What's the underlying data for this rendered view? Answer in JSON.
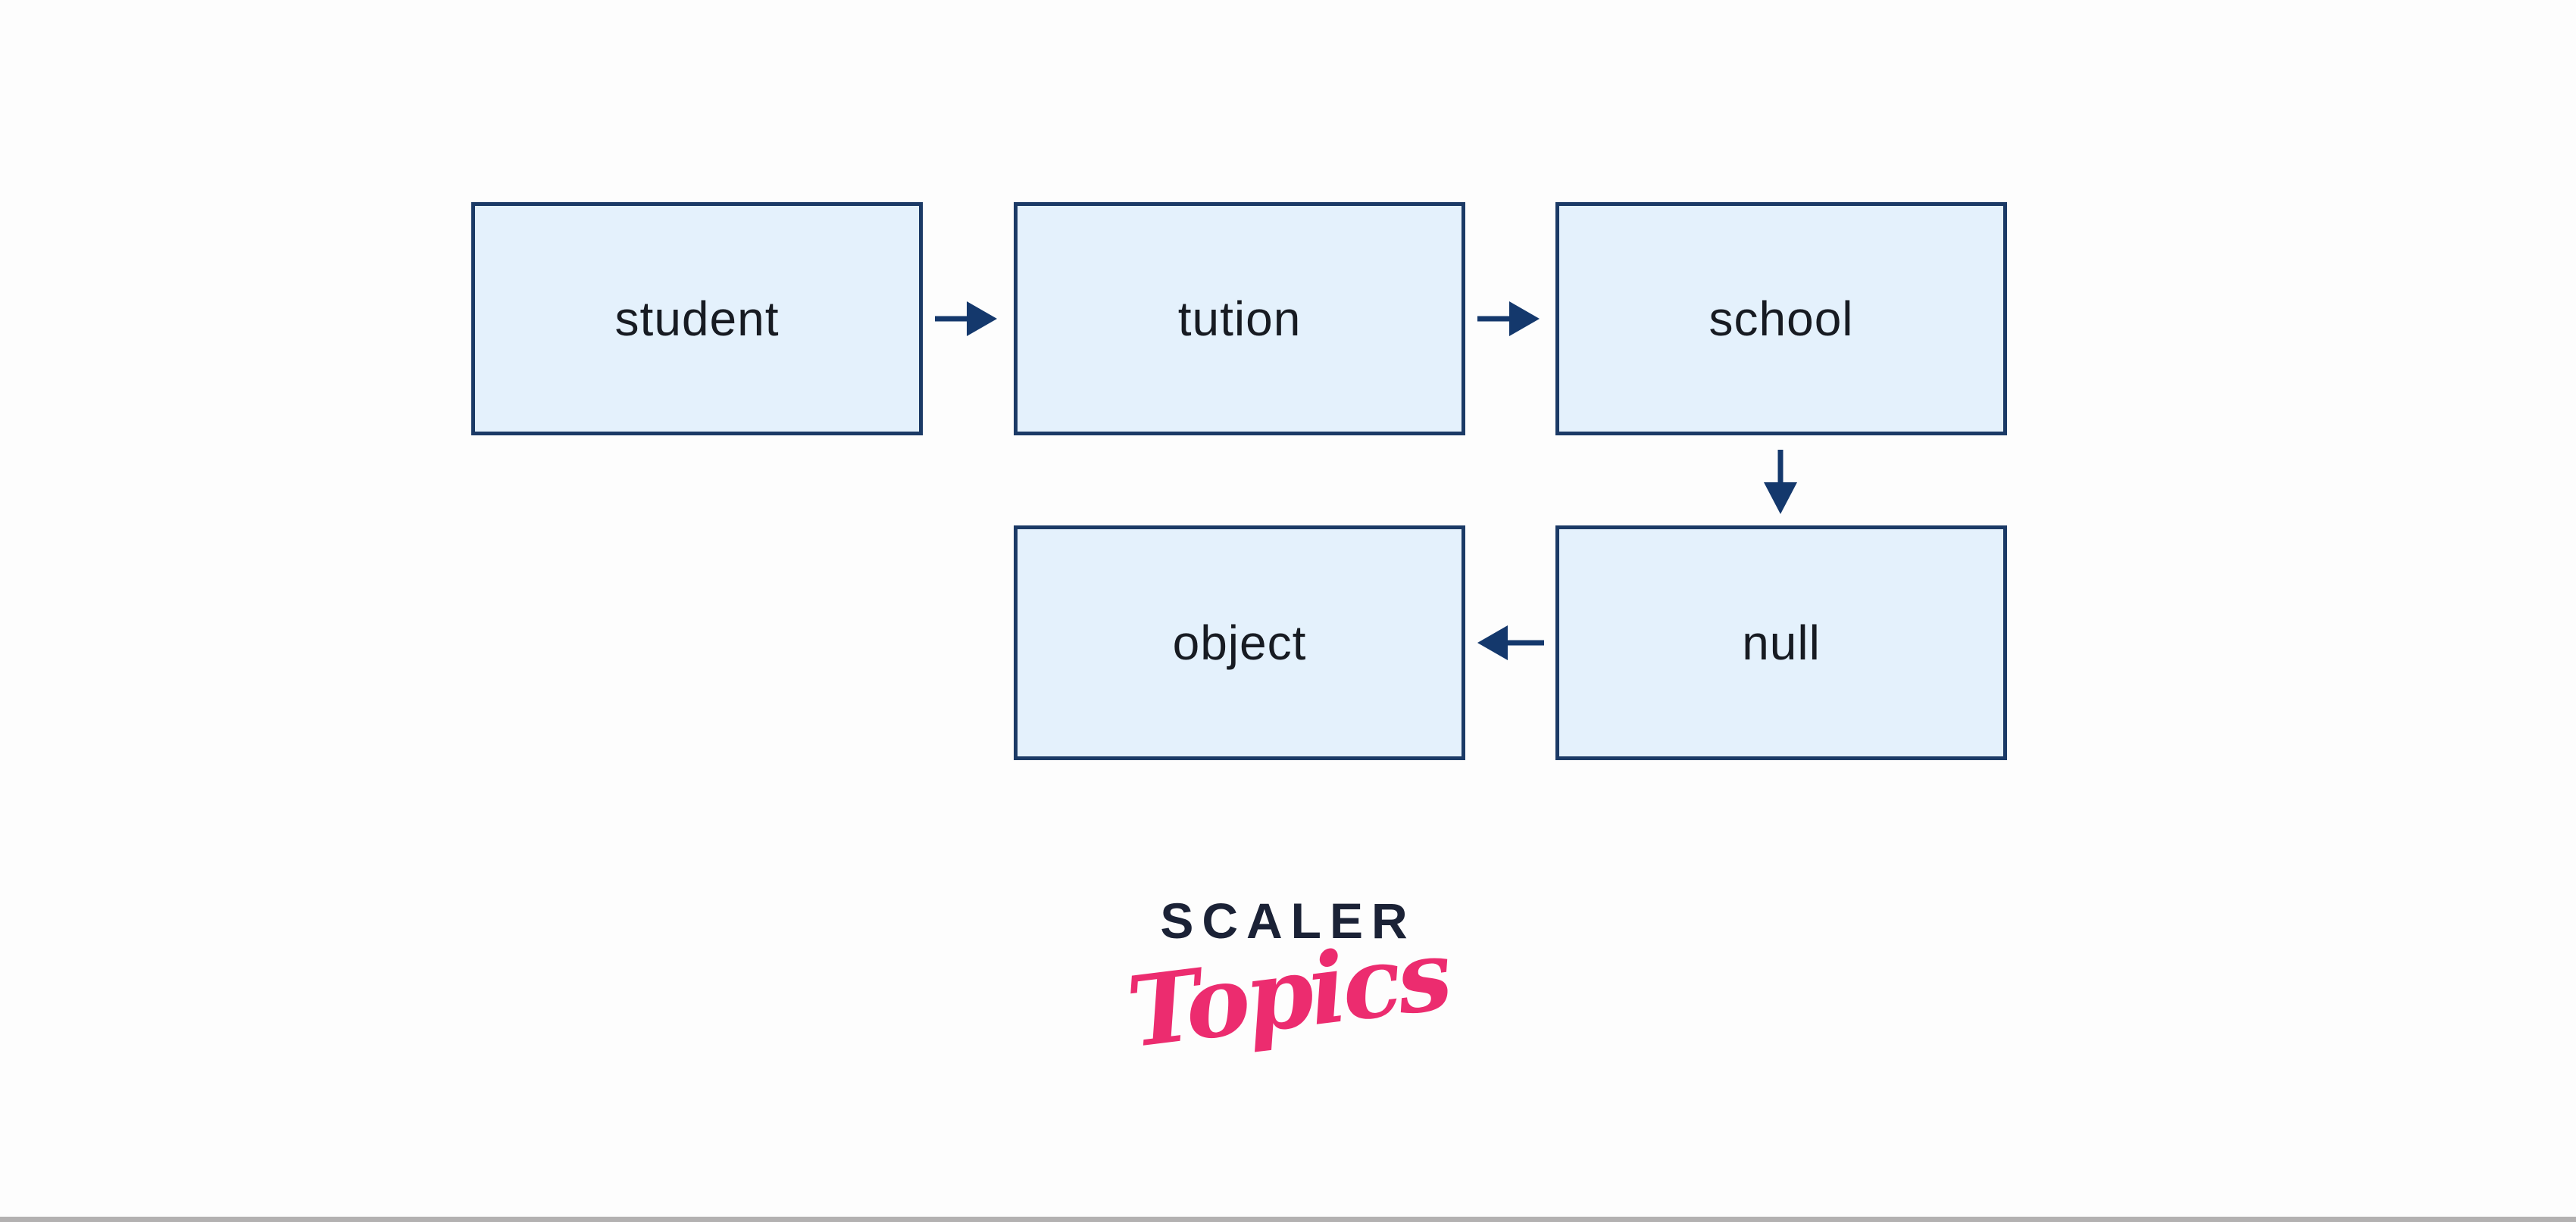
{
  "diagram": {
    "description": "inheritance-chain flow diagram",
    "nodes": [
      {
        "id": "student",
        "label": "student"
      },
      {
        "id": "tution",
        "label": "tution"
      },
      {
        "id": "school",
        "label": "school"
      },
      {
        "id": "object",
        "label": "object"
      },
      {
        "id": "null",
        "label": "null"
      }
    ],
    "edges": [
      {
        "from": "student",
        "to": "tution",
        "direction": "right"
      },
      {
        "from": "tution",
        "to": "school",
        "direction": "right"
      },
      {
        "from": "school",
        "to": "null",
        "direction": "down"
      },
      {
        "from": "null",
        "to": "object",
        "direction": "left"
      }
    ],
    "colors": {
      "node_fill": "#E4F1FC",
      "node_border": "#1B3A66",
      "arrow": "#14386C",
      "label_text": "#171B22",
      "background": "#FDFDFD",
      "bottom_bar": "#B3B1B1"
    }
  },
  "branding": {
    "logo_primary": "SCALER",
    "logo_secondary": "Topics",
    "primary_color": "#1B2236",
    "secondary_color": "#EC2C6F"
  }
}
